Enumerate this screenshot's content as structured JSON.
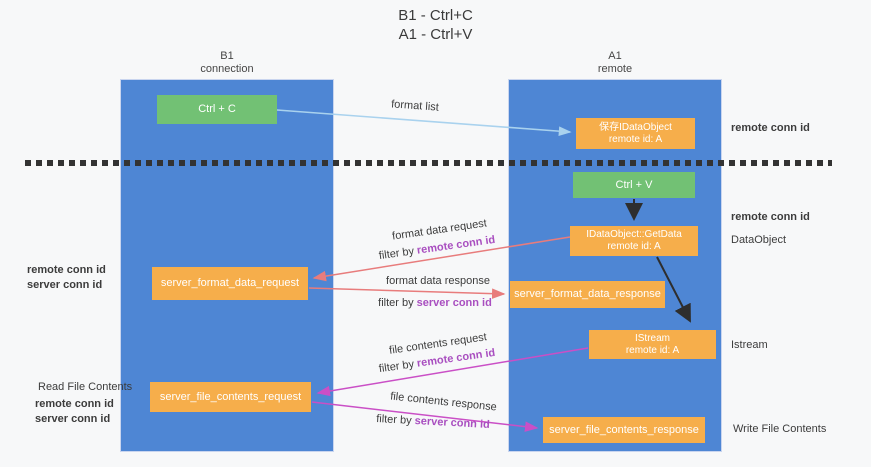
{
  "page": {
    "title_line1": "B1 - Ctrl+C",
    "title_line2": "A1 - Ctrl+V"
  },
  "columns": {
    "left": {
      "header_top": "B1",
      "header_bottom": "connection"
    },
    "right": {
      "header_top": "A1",
      "header_bottom": "remote"
    }
  },
  "nodes": {
    "ctrl_c": {
      "label": "Ctrl + C"
    },
    "save_idataobject": {
      "line1": "保存IDataObject",
      "line2": "remote id: A"
    },
    "ctrl_v": {
      "label": "Ctrl + V"
    },
    "idataobject_getdata": {
      "line1": "IDataObject::GetData",
      "line2": "remote id: A"
    },
    "server_format_data_request": {
      "label": "server_format_data_request"
    },
    "server_format_data_response": {
      "label": "server_format_data_response"
    },
    "istream": {
      "line1": "IStream",
      "line2": "remote id: A"
    },
    "server_file_contents_request": {
      "label": "server_file_contents_request"
    },
    "server_file_contents_response": {
      "label": "server_file_contents_response"
    }
  },
  "flow_labels": {
    "format_list": "format list",
    "format_data_request": "format data request",
    "format_data_response": "format data response",
    "file_contents_request": "file contents request",
    "file_contents_response": "file contents response",
    "filter_by": "filter by",
    "remote_conn_id": "remote conn id",
    "server_conn_id": "server conn id"
  },
  "side_labels": {
    "left_remote_conn_id": "remote conn id",
    "left_server_conn_id": "server conn id",
    "read_file_contents": "Read File Contents",
    "left_remote_conn_id_2": "remote conn id",
    "left_server_conn_id_2": "server conn id",
    "right_remote_conn_id_top": "remote conn id",
    "right_remote_conn_id_mid": "remote conn id",
    "dataobject": "DataObject",
    "istream": "Istream",
    "write_file_contents": "Write File Contents"
  },
  "colors": {
    "background": "#f7f8f9",
    "column_blue": "#4e86d4",
    "box_green": "#72c174",
    "box_orange": "#f6ae4b",
    "arrow_light_blue": "#a9d2ee",
    "arrow_red": "#e87c7c",
    "arrow_magenta": "#ca4fc6",
    "arrow_black": "#2e2e2e",
    "label_purple": "#a94fc0",
    "label_green": "#5cb85c",
    "text_dark": "#3c3c3c",
    "dashed_line": "#333333"
  }
}
